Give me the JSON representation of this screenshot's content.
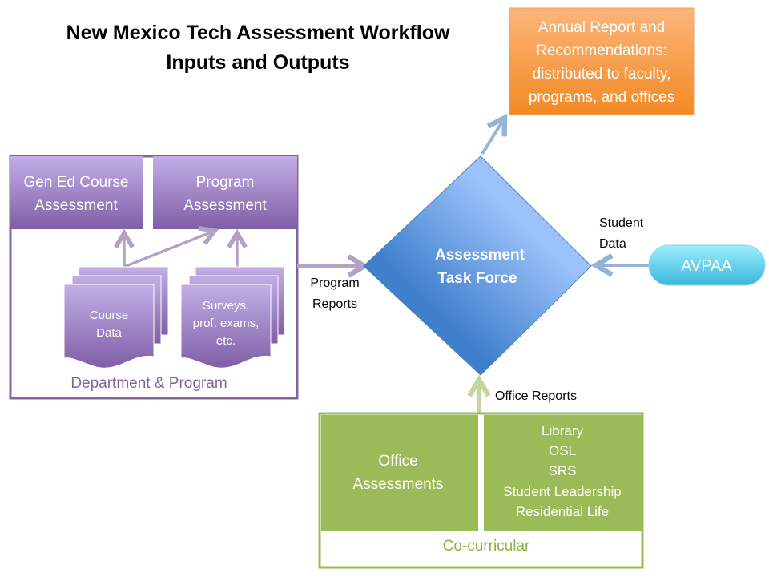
{
  "title": {
    "line1": "New Mexico Tech Assessment Workflow",
    "line2": "Inputs and Outputs"
  },
  "annual_report": {
    "lines": [
      "Annual Report and",
      "Recommendations:",
      "distributed to faculty,",
      "programs, and offices"
    ]
  },
  "department": {
    "label": "Department & Program",
    "gen_ed": [
      "Gen Ed Course",
      "Assessment"
    ],
    "program": [
      "Program",
      "Assessment"
    ],
    "course_data": [
      "Course",
      "Data"
    ],
    "surveys": [
      "Surveys,",
      "prof. exams,",
      "etc."
    ]
  },
  "program_reports": [
    "Program",
    "Reports"
  ],
  "task_force": [
    "Assessment",
    "Task Force"
  ],
  "student_data": [
    "Student",
    "Data"
  ],
  "avpaa": "AVPAA",
  "office_reports": "Office Reports",
  "cocurricular": {
    "label": "Co-curricular",
    "office_assessments": [
      "Office",
      "Assessments"
    ],
    "offices": [
      "Library",
      "OSL",
      "SRS",
      "Student Leadership",
      "Residential Life"
    ]
  },
  "colors": {
    "purple": "#8064a2",
    "blue": "#4a7fd0",
    "orange": "#f79646",
    "green": "#9bbb59",
    "cyan": "#4bc4e4"
  }
}
